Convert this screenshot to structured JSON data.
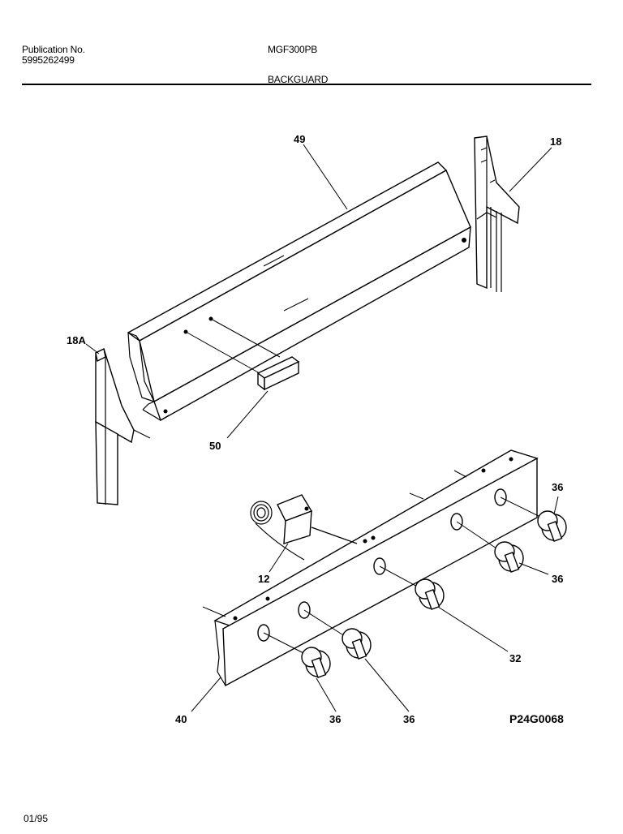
{
  "header": {
    "publication_label": "Publication No.",
    "publication_number": "5995262499",
    "model": "MGF300PB",
    "section": "BACKGUARD"
  },
  "callouts": {
    "c49": "49",
    "c18": "18",
    "c18a": "18A",
    "c50": "50",
    "c36_a": "36",
    "c36_b": "36",
    "c12": "12",
    "c32": "32",
    "c40": "40",
    "c36_c": "36",
    "c36_d": "36"
  },
  "figure_id": "P24G0068",
  "footer": {
    "date": "01/95"
  }
}
